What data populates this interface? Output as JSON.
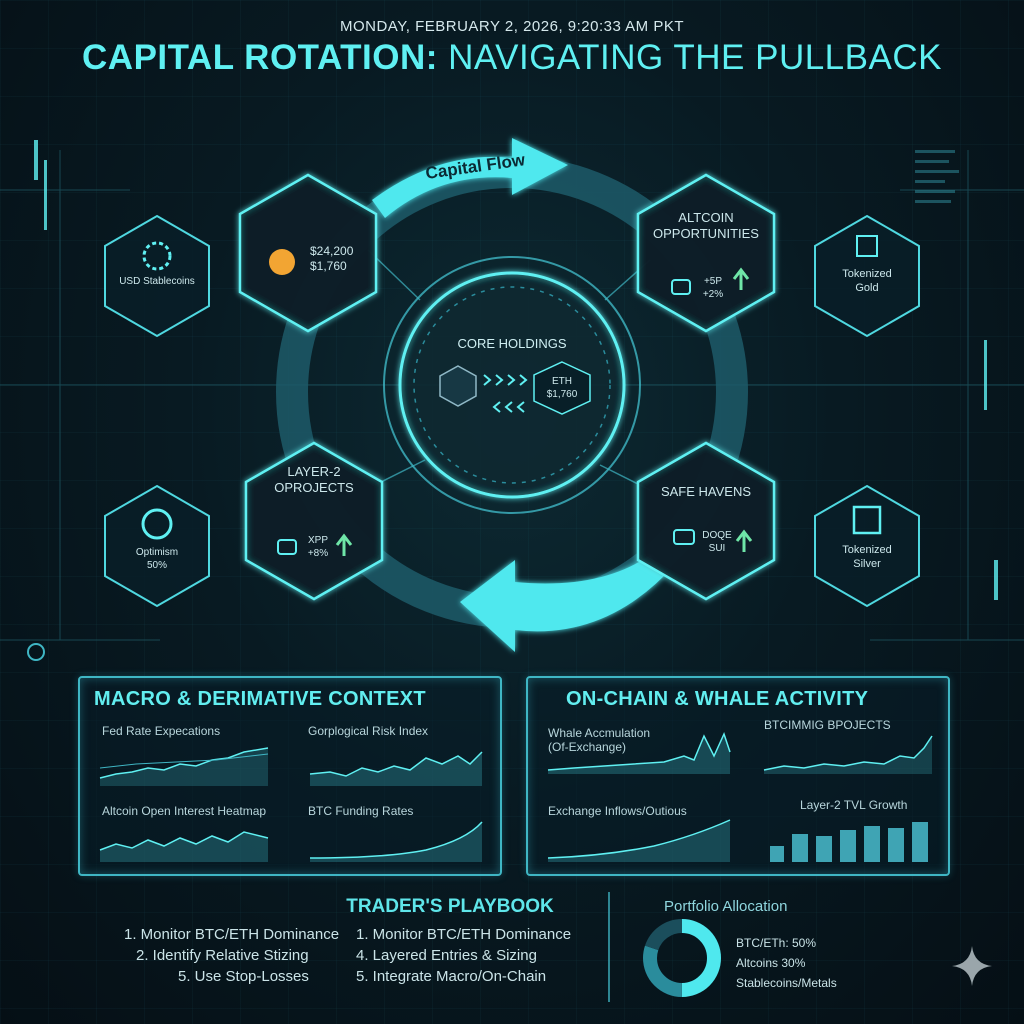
{
  "header": {
    "timestamp": "MONDAY, FEBRUARY 2, 2026, 9:20:33 AM PKT",
    "title_bold": "CAPITAL ROTATION:",
    "title_rest": " NAVIGATING THE PULLBACK"
  },
  "cycle": {
    "flow_label": "Capital Flow",
    "center": {
      "label": "CORE HOLDINGS",
      "asset": "ETH",
      "price": "$1,760"
    },
    "btc_node": {
      "price1": "$24,200",
      "price2": "$1,760"
    },
    "altcoins": {
      "label1": "ALTCOIN",
      "label2": "OPPORTUNITIES",
      "stat1": "+5P",
      "stat2": "+2%"
    },
    "layer2": {
      "label1": "LAYER-2",
      "label2": "OPROJECTS",
      "asset": "XPP",
      "stat": "+8%"
    },
    "safe_havens": {
      "label": "SAFE HAVENS",
      "asset1": "DOQE",
      "asset2": "SUI"
    },
    "outer": {
      "stablecoins": "USD Stablecoins",
      "gold1": "Tokenized",
      "gold2": "Gold",
      "optimism1": "Optimism",
      "optimism2": "50%",
      "silver1": "Tokenized",
      "silver2": "Silver"
    }
  },
  "macro_panel": {
    "title": "MACRO & DERIMATIVE CONTEXT",
    "charts": [
      "Fed Rate Expecations",
      "Gorplogical Risk Index",
      "Altcoin Open Interest Heatmap",
      "BTC Funding Rates"
    ]
  },
  "onchain_panel": {
    "title": "ON-CHAIN & WHALE ACTIVITY",
    "charts": [
      "Whale Accmulation",
      "(Of-Exchange)",
      "BTCIMMIG BPOJECTS",
      "Exchange Inflows/Outious",
      "Layer-2 TVL Growth"
    ]
  },
  "playbook": {
    "title": "TRADER'S PLAYBOOK",
    "left": [
      "1. Monitor BTC/ETH Dominance",
      "2. Identify Relative Stizing",
      "5.  Use Stop-Losses"
    ],
    "right": [
      "1. Monitor BTC/ETH Dominance",
      "4. Layered Entries & Sizing",
      "5. Integrate Macro/On-Chain"
    ]
  },
  "allocation": {
    "title": "Portfolio Allocation",
    "items": [
      "BTC/ETh: 50%",
      "Altcoins 30%",
      "Stablecoins/Metals"
    ],
    "shares": [
      50,
      30,
      20
    ],
    "colors": [
      "#4fe8ee",
      "#2a8c9c",
      "#1b4e5c"
    ]
  },
  "colors": {
    "accent": "#5ff0f2",
    "panel_border": "#3fb6c4",
    "bg": "#081a22"
  }
}
